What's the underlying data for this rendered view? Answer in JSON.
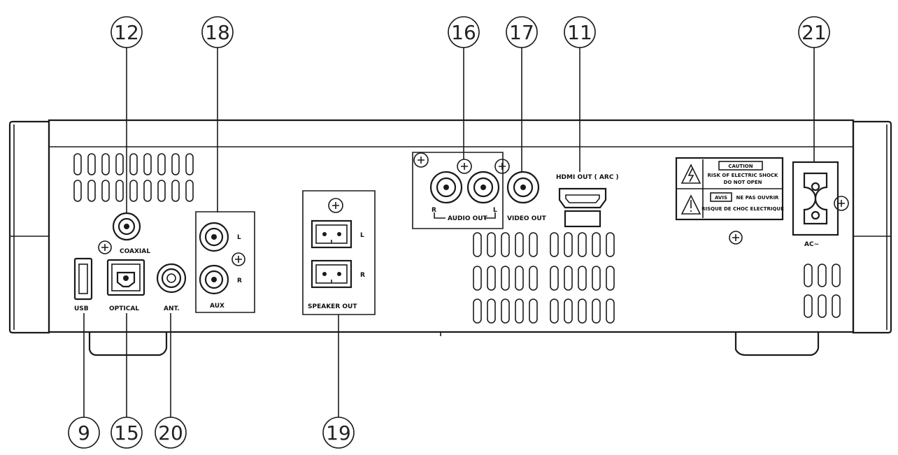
{
  "callouts": {
    "c12": "12",
    "c18": "18",
    "c16": "16",
    "c17": "17",
    "c11": "11",
    "c21": "21",
    "c9": "9",
    "c15": "15",
    "c20": "20",
    "c19": "19"
  },
  "labels": {
    "coaxial": "COAXIAL",
    "usb": "USB",
    "optical": "OPTICAL",
    "ant": "ANT.",
    "aux": "AUX",
    "speaker_out": "SPEAKER OUT",
    "audio_out": "AUDIO OUT",
    "video_out": "VIDEO OUT",
    "hdmi_out": "HDMI OUT ( ARC )",
    "ac": "AC~",
    "aux_l": "L",
    "aux_r": "R",
    "spk_l": "L",
    "spk_r": "R",
    "aud_r": "R",
    "aud_l": "L"
  },
  "warning": {
    "caution_title": "CAUTION",
    "caution_line1": "RISK OF ELECTRIC SHOCK",
    "caution_line2": "DO NOT OPEN",
    "avis_title": "AVIS",
    "avis_line1": "NE PAS OUVRIR",
    "avis_line2": "RISQUE DE CHOC ELECTRIQUE"
  }
}
